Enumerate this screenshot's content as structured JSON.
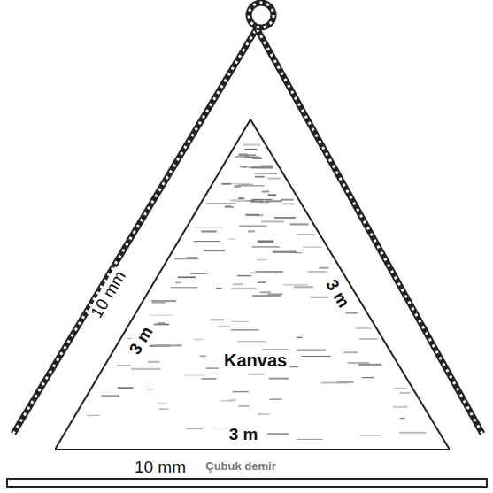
{
  "diagram": {
    "nodes": [
      {
        "text": [
          "Kanvas"
        ]
      }
    ],
    "labels": [
      "10 mm",
      "3 m",
      "3 m",
      "3 m",
      "10 mm",
      "Çubuk demir"
    ]
  }
}
